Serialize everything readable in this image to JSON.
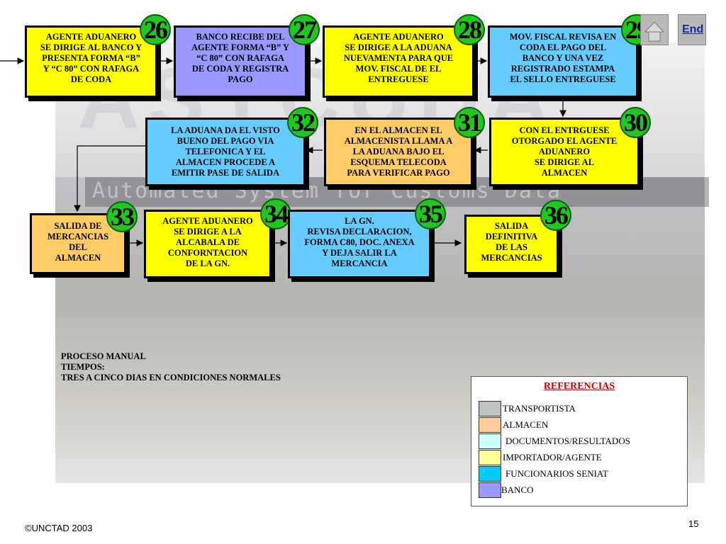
{
  "steps": [
    {
      "num": "26",
      "text": "AGENTE ADUANERO\nSE DIRIGE AL BANCO Y\nPRESENTA FORMA “B”\nY “C 80” CON RAFAGA\nDE CODA",
      "color": "#ffff00"
    },
    {
      "num": "27",
      "text": "BANCO RECIBE DEL\nAGENTE FORMA “B” Y\n“C 80” CON RAFAGA\nDE CODA Y REGISTRA\nPAGO",
      "color": "#9999ff"
    },
    {
      "num": "28",
      "text": "AGENTE ADUANERO\nSE DIRIGE A LA ADUANA\nNUEVAMENTA PARA QUE\nMOV. FISCAL DE EL\nENTREGUESE",
      "color": "#ffff00"
    },
    {
      "num": "29",
      "text": "MOV. FISCAL REVISA EN\nCODA EL PAGO DEL\nBANCO Y UNA VEZ\nREGISTRADO ESTAMPA\nEL SELLO ENTREGUESE",
      "color": "#66ccff"
    },
    {
      "num": "30",
      "text": "CON EL ENTRGUESE\nOTORGADO EL AGENTE\nADUANERO\nSE DIRIGE  AL\nALMACEN",
      "color": "#ffff00"
    },
    {
      "num": "31",
      "text": "EN EL ALMACEN EL\nALMACENISTA LLAMA A\nLA ADUANA BAJO EL\nESQUEMA TELECODA\nPARA VERIFICAR PAGO",
      "color": "#ffcc66"
    },
    {
      "num": "32",
      "text": "LA ADUANA DA EL VISTO\nBUENO DEL PAGO VIA\nTELEFONICA Y EL\nALMACEN  PROCEDE  A\nEMITIR PASE DE SALIDA",
      "color": "#66ccff"
    },
    {
      "num": "33",
      "text": "SALIDA DE\nMERCANCIAS\nDEL\nALMACEN",
      "color": "#ffcc66"
    },
    {
      "num": "34",
      "text": "AGENTE ADUANERO\nSE DIRIGE A LA\nALCABALA DE\nCONFORNTACION\nDE LA GN.",
      "color": "#ffff00"
    },
    {
      "num": "35",
      "text": "LA GN.\nREVISA DECLARACION,\nFORMA C80, DOC. ANEXA\nY DEJA SALIR LA\nMERCANCIA",
      "color": "#66ccff"
    },
    {
      "num": "36",
      "text": "SALIDA\nDEFINITIVA\nDE LAS\nMERCANCIAS",
      "color": "#ffff00"
    }
  ],
  "notes": {
    "line1": "PROCESO MANUAL",
    "line2": "TIEMPOS:",
    "line3": "TRES A CINCO DIAS EN CONDICIONES NORMALES"
  },
  "legend": {
    "title": "REFERENCIAS",
    "items": [
      {
        "label": "TRANSPORTISTA",
        "color": "#c0c0c0"
      },
      {
        "label": "ALMACEN",
        "color": "#ffcc99"
      },
      {
        "label": "DOCUMENTOS/RESULTADOS",
        "color": "#ccffff"
      },
      {
        "label": "IMPORTADOR/AGENTE",
        "color": "#ffff99"
      },
      {
        "label": "FUNCIONARIOS SENIAT",
        "color": "#00ccff"
      },
      {
        "label": "BANCO",
        "color": "#9999ff"
      }
    ]
  },
  "watermark": {
    "logo": "ASYCUDA",
    "band": "Automated System for Customs Data"
  },
  "nav": {
    "end_label": "End",
    "home_icon": "home-icon"
  },
  "footer": {
    "copyright": "©UNCTAD 2003",
    "page": "15"
  }
}
